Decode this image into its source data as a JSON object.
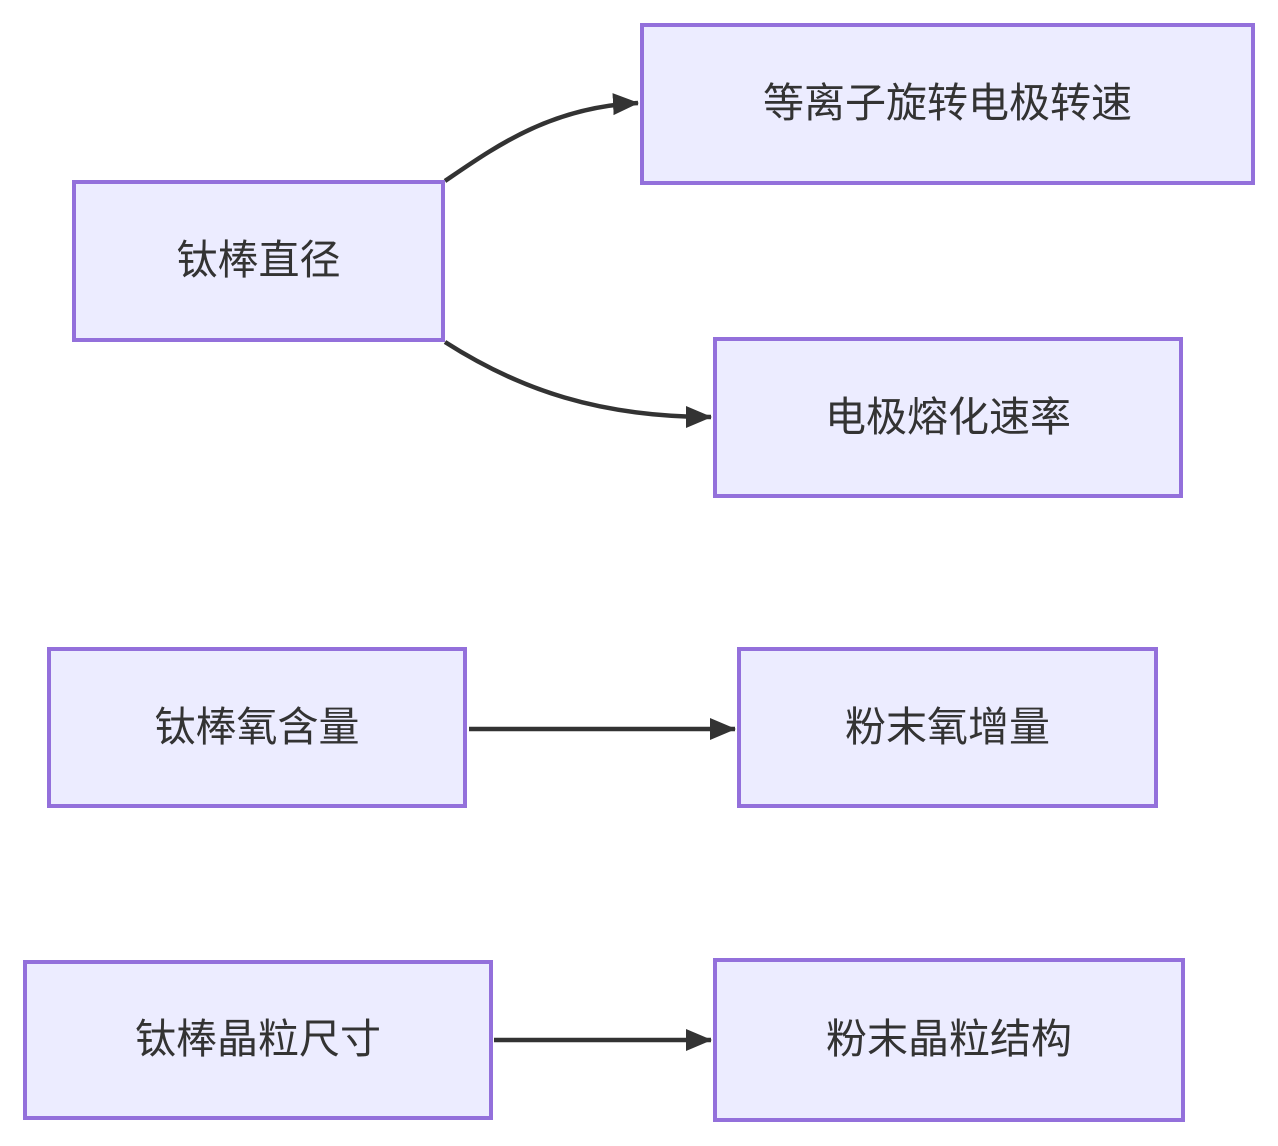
{
  "diagram": {
    "type": "flowchart",
    "background": "#ffffff",
    "colors": {
      "node_fill": "#ECECFF",
      "node_border": "#9370DB",
      "edge": "#333333",
      "text": "#333333"
    },
    "nodes": [
      {
        "id": "titanium-rod-diameter",
        "label": "钛棒直径"
      },
      {
        "id": "plasma-rotating-electrode-speed",
        "label": "等离子旋转电极转速"
      },
      {
        "id": "electrode-melting-rate",
        "label": "电极熔化速率"
      },
      {
        "id": "titanium-rod-oxygen-content",
        "label": "钛棒氧含量"
      },
      {
        "id": "powder-oxygen-increase",
        "label": "粉末氧增量"
      },
      {
        "id": "titanium-rod-grain-size",
        "label": "钛棒晶粒尺寸"
      },
      {
        "id": "powder-grain-structure",
        "label": "粉末晶粒结构"
      }
    ],
    "edges": [
      {
        "from": "钛棒直径",
        "to": "等离子旋转电极转速",
        "style": "curved",
        "arrow": "triangle"
      },
      {
        "from": "钛棒直径",
        "to": "电极熔化速率",
        "style": "curved",
        "arrow": "triangle"
      },
      {
        "from": "钛棒氧含量",
        "to": "粉末氧增量",
        "style": "straight",
        "arrow": "triangle"
      },
      {
        "from": "钛棒晶粒尺寸",
        "to": "粉末晶粒结构",
        "style": "straight",
        "arrow": "triangle"
      }
    ]
  }
}
